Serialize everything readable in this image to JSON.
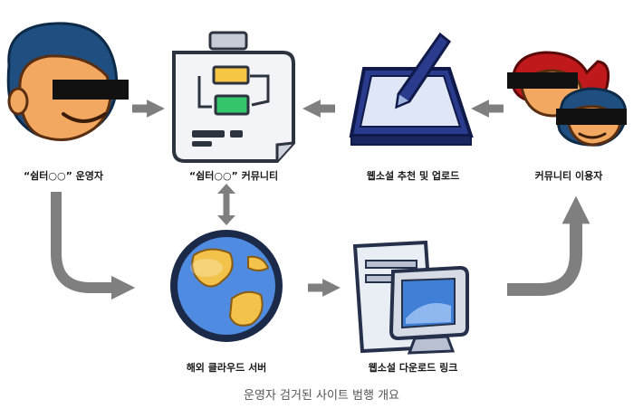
{
  "nodes": {
    "operator": {
      "label": "“쉼터○○” 운영자",
      "icon": "masked-man-face-icon"
    },
    "community": {
      "label": "“쉼터○○” 커뮤니티",
      "icon": "flowchart-document-icon"
    },
    "upload": {
      "label": "웹소설 추천 및 업로드",
      "icon": "graphics-tablet-pen-icon"
    },
    "users": {
      "label": "커뮤니티 이용자",
      "icon": "masked-users-faces-icon"
    },
    "cloud_server": {
      "label": "해외 클라우드 서버",
      "icon": "globe-icon"
    },
    "download": {
      "label": "웹소설 다운로드 링크",
      "icon": "computer-monitor-icon"
    }
  },
  "caption": "운영자 검거된 사이트 범행 개요",
  "colors": {
    "arrow": "#7f7f7f",
    "skin": "#f2a860",
    "hair_blue": "#1f4f80",
    "hair_red": "#c0191c",
    "mask": "#111111",
    "globe_water": "#4f8be0",
    "globe_land": "#f2c24a",
    "monitor_screen": "#3f7fd6",
    "doc_yellow": "#f5c543",
    "doc_green": "#34c46a"
  }
}
